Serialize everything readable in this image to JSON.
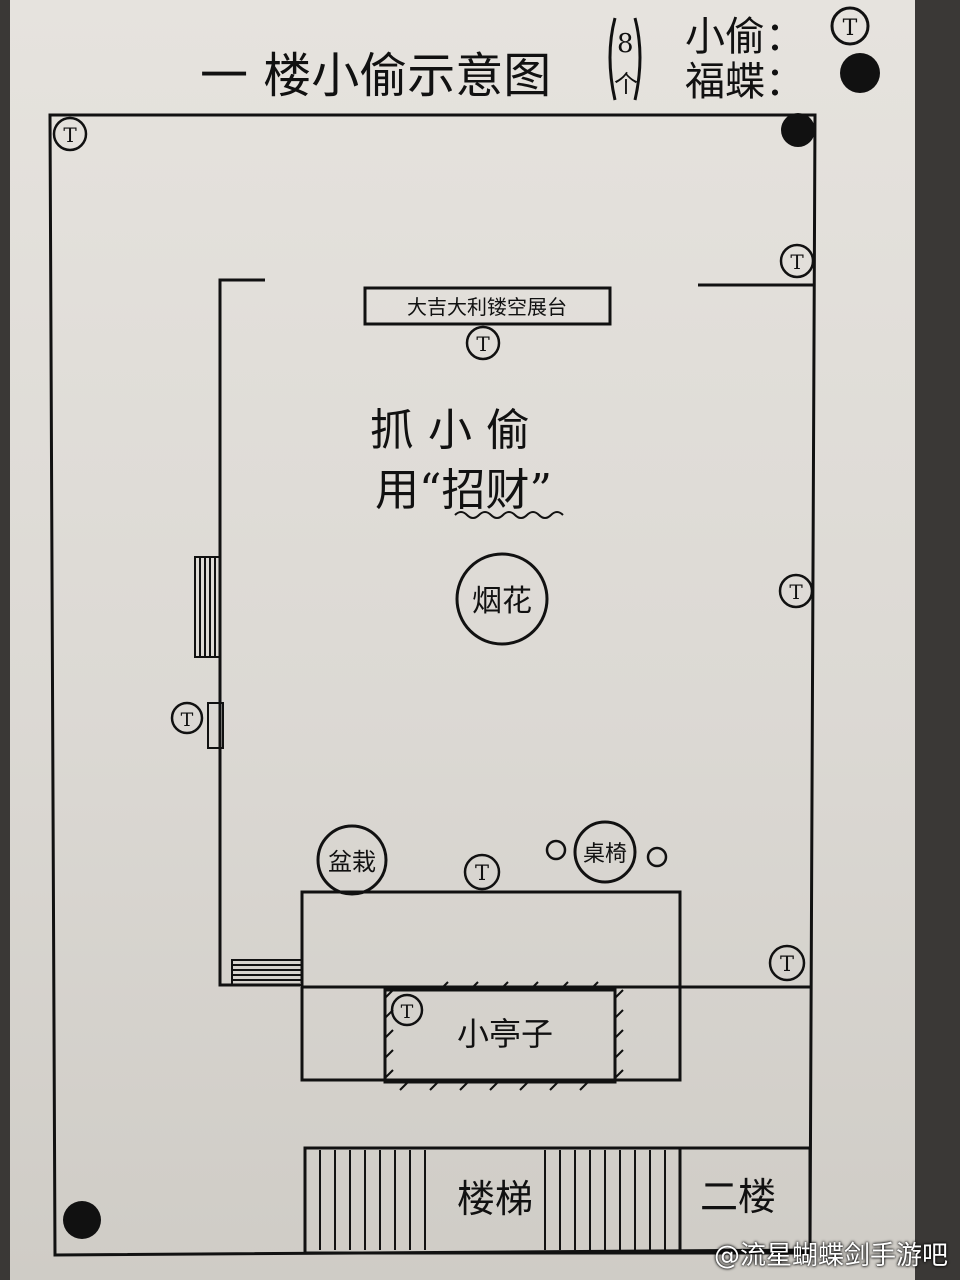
{
  "title": "一 楼小偷示意图",
  "count_note": {
    "number": "8",
    "unit": "个"
  },
  "legend": [
    {
      "symbol": "T",
      "label": "小偷："
    },
    {
      "symbol": "",
      "label": "福蝶："
    }
  ],
  "labels": {
    "display_stand": "大吉大利镂空展台",
    "center_line1": "抓 小 偷",
    "center_line2": "用“招财”",
    "fireworks": "烟花",
    "bonsai": "盆栽",
    "table_chairs": "桌椅",
    "pavilion": "小亭子",
    "stairs": "楼梯",
    "second_floor": "二楼"
  },
  "thief_marker": "T",
  "watermark": "@流星蝴蝶剑手游吧"
}
